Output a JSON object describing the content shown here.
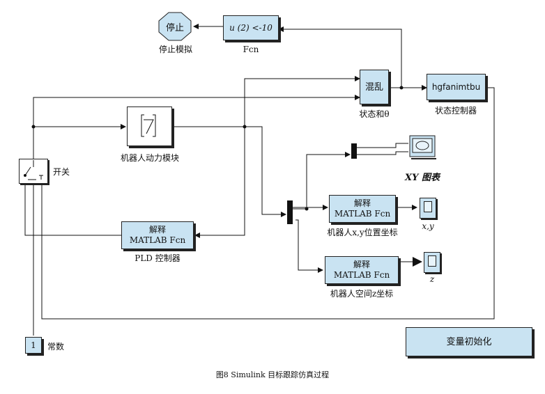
{
  "blocks": {
    "stop": {
      "text": "停止",
      "label": "停止模拟"
    },
    "fcn": {
      "text": "u (2) <-10",
      "label": "Fcn"
    },
    "chaos": {
      "text": "混乱",
      "label": "状态和θ"
    },
    "hgf": {
      "text": "hgfanimtbu",
      "label": "状态控制器"
    },
    "robot_dyn": {
      "label": "机器人动力模块"
    },
    "switch": {
      "label": "开关"
    },
    "xy_graph": {
      "label": "XY 图表"
    },
    "matlab_xy": {
      "line1": "解释",
      "line2": "MATLAB Fcn",
      "label": "机器人x,y位置坐标"
    },
    "scope_xy": {
      "label": "x,y"
    },
    "pld": {
      "line1": "解释",
      "line2": "MATLAB Fcn",
      "label": "PLD 控制器"
    },
    "matlab_z": {
      "line1": "解释",
      "line2": "MATLAB Fcn",
      "label": "机器人空间z坐标"
    },
    "scope_z": {
      "label": "z"
    },
    "constant": {
      "text": "1",
      "label": "常数"
    },
    "init": {
      "text": "变量初始化"
    }
  },
  "caption": "图8    Simulink 目标跟踪仿真过程"
}
